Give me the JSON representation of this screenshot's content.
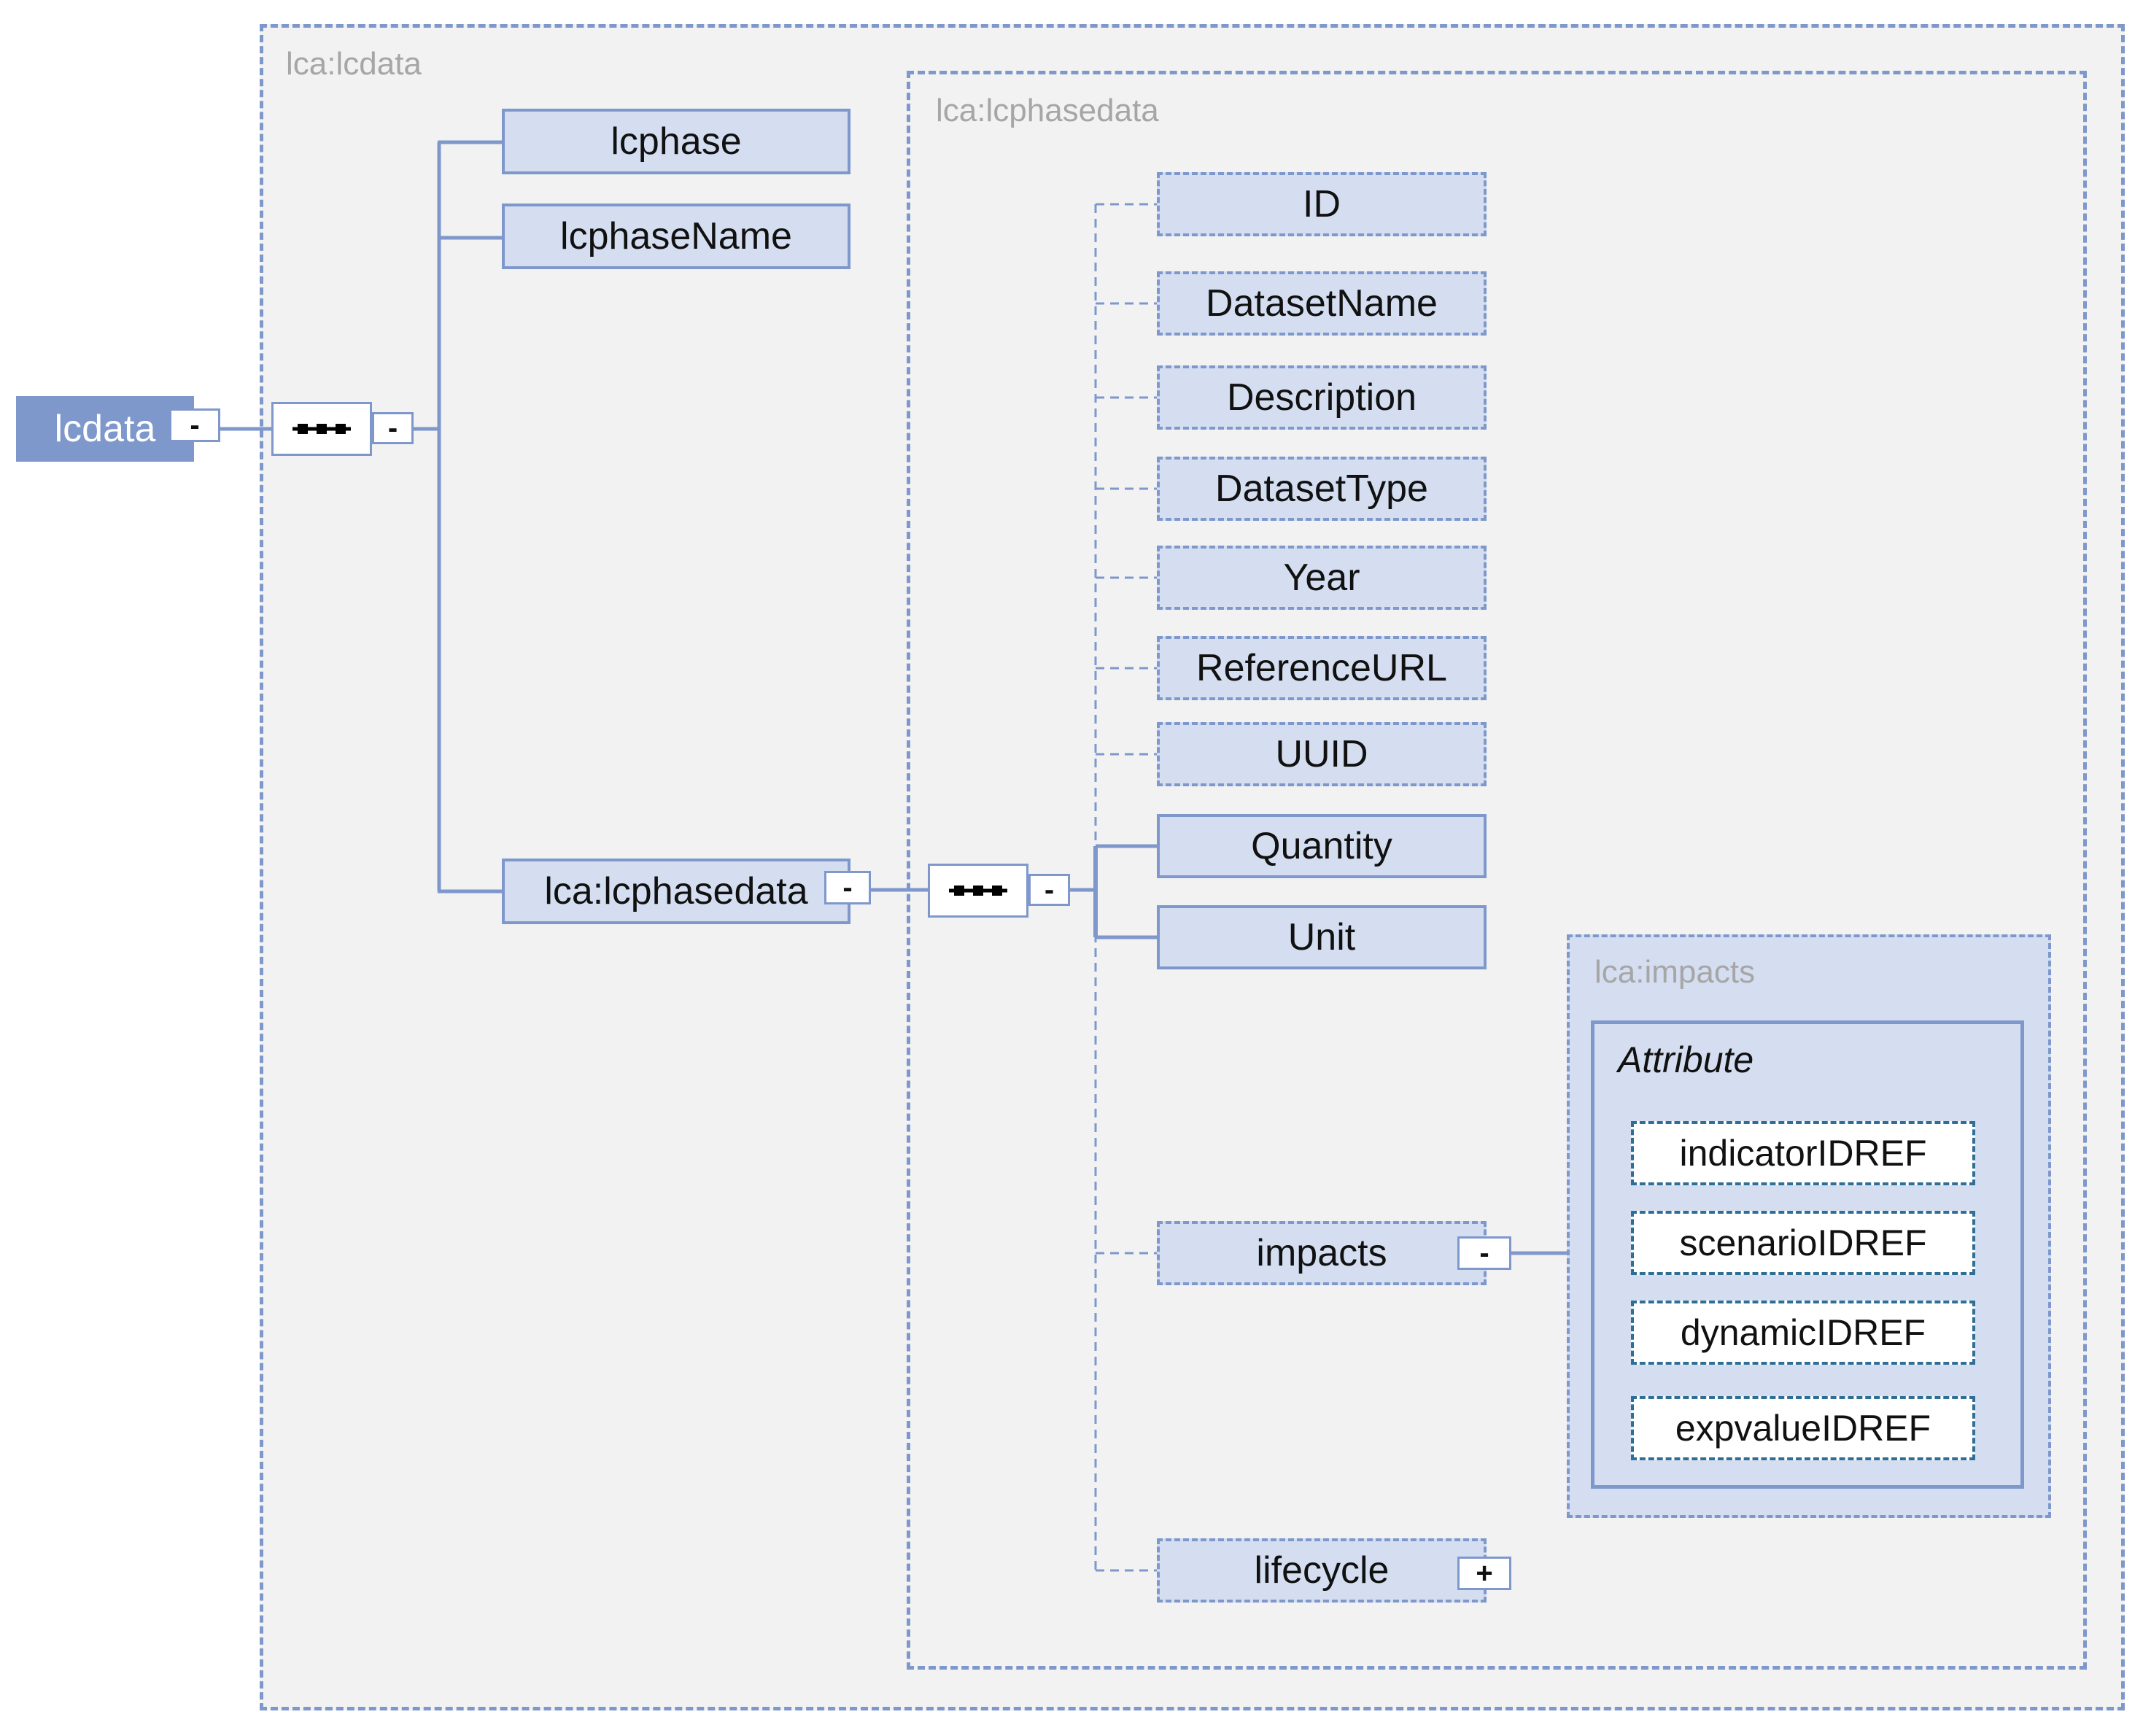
{
  "root": {
    "label": "lcdata",
    "toggle": "-"
  },
  "outer_group": {
    "label": "lca:lcdata",
    "sequence_toggle": "-"
  },
  "lcdata_children": {
    "lcphase": "lcphase",
    "lcphaseName": "lcphaseName",
    "lcphasedata": "lca:lcphasedata",
    "lcphasedata_toggle": "-"
  },
  "inner_group": {
    "label": "lca:lcphasedata",
    "sequence_toggle": "-"
  },
  "elements": {
    "id": "ID",
    "datasetName": "DatasetName",
    "description": "Description",
    "datasetType": "DatasetType",
    "year": "Year",
    "referenceURL": "ReferenceURL",
    "uuid": "UUID",
    "quantity": "Quantity",
    "unit": "Unit",
    "impacts": "impacts",
    "impacts_toggle": "-",
    "lifecycle": "lifecycle",
    "lifecycle_toggle": "+"
  },
  "impacts_group": {
    "label": "lca:impacts",
    "attribute_title": "Attribute",
    "attributes": [
      "indicatorIDREF",
      "scenarioIDREF",
      "dynamicIDREF",
      "expvalueIDREF"
    ]
  },
  "colors": {
    "accent": "#7f98cc",
    "node_fill": "#d4def0",
    "group_fill": "#f2f2f2",
    "attr_border": "#2f6f96"
  }
}
